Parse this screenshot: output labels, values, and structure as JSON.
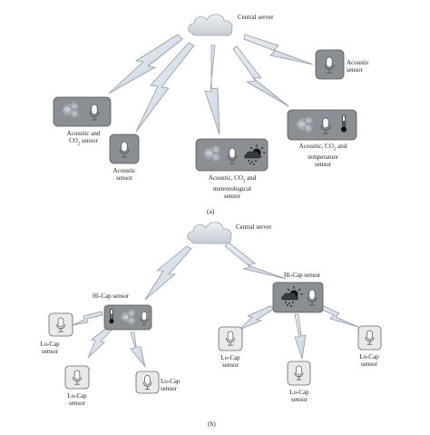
{
  "top": {
    "server_label": "Central server",
    "labels": {
      "acoustic_co2": {
        "line1": "Acoustic and",
        "line2a": "CO",
        "line2sub": "2",
        "line2b": " sensor"
      },
      "acoustic_left": {
        "line1": "Acoustic",
        "line2": "sensor"
      },
      "acoustic_right": {
        "line1": "Acoustic",
        "line2": "sensor"
      },
      "acoustic_co2_met": {
        "line1a": "Acoustic, CO",
        "line1sub": "2",
        "line1b": " and",
        "line2": "meteorological",
        "line3": "sensor"
      },
      "acoustic_co2_temp": {
        "line1a": "Acoustic, CO",
        "line1sub": "2",
        "line1b": " and",
        "line2": "temperature",
        "line3": "sensor"
      }
    },
    "panel_label": "(a)"
  },
  "bottom": {
    "server_label": "Central server",
    "hicap_left_label": "Hi-Cap sensor",
    "hicap_right_label": "Hi-Cap sensor",
    "locap_labels": [
      {
        "line1": "Lo-Cap",
        "line2": "sensor"
      },
      {
        "line1": "Lo-Cap",
        "line2": "sensor"
      },
      {
        "line1": "Lo-Cap",
        "line2": "sensor"
      },
      {
        "line1": "Lo-Cap",
        "line2": "sensor"
      },
      {
        "line1": "Lo-Cap",
        "line2": "sensor"
      },
      {
        "line1": "Lo-Cap",
        "line2": "sensor"
      }
    ],
    "panel_label": "(b)"
  },
  "icons": {
    "co2_text": "CO",
    "co2_sub": "2"
  }
}
